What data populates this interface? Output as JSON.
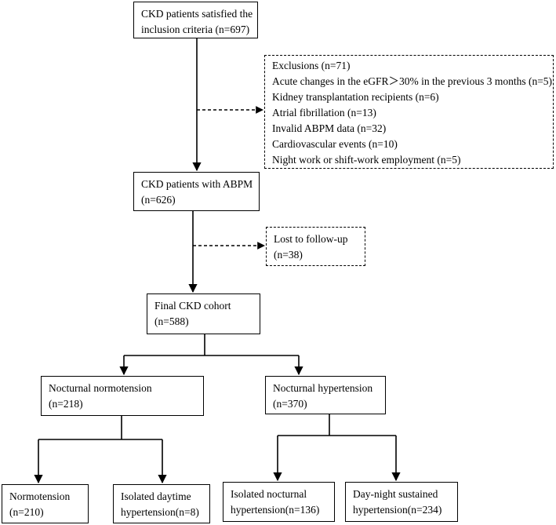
{
  "boxes": {
    "start": {
      "lines": [
        "CKD patients satisfied the",
        "inclusion criteria (n=697)"
      ]
    },
    "exclusions": {
      "lines": [
        "Exclusions (n=71)",
        "Acute changes in the eGFR＞30% in the previous 3 months (n=5)",
        "Kidney transplantation recipients (n=6)",
        "Atrial fibrillation (n=13)",
        "Invalid ABPM data (n=32)",
        "Cardiovascular events (n=10)",
        "Night work or shift-work employment (n=5)"
      ]
    },
    "abpm": {
      "lines": [
        "CKD patients with ABPM",
        "(n=626)"
      ]
    },
    "lost": {
      "lines": [
        "Lost to follow-up",
        "(n=38)"
      ]
    },
    "final": {
      "lines": [
        "Final CKD cohort",
        "(n=588)"
      ]
    },
    "normo": {
      "lines": [
        "Nocturnal normotension",
        "(n=218)"
      ]
    },
    "hyper": {
      "lines": [
        "Nocturnal hypertension",
        "(n=370)"
      ]
    },
    "normotension": {
      "lines": [
        "Normotension",
        "(n=210)"
      ]
    },
    "isodaytime": {
      "lines": [
        "Isolated daytime",
        "hypertension(n=8)"
      ]
    },
    "isonocturnal": {
      "lines": [
        "Isolated nocturnal",
        "hypertension(n=136)"
      ]
    },
    "daynight": {
      "lines": [
        "Day-night sustained",
        "hypertension(n=234)"
      ]
    }
  }
}
